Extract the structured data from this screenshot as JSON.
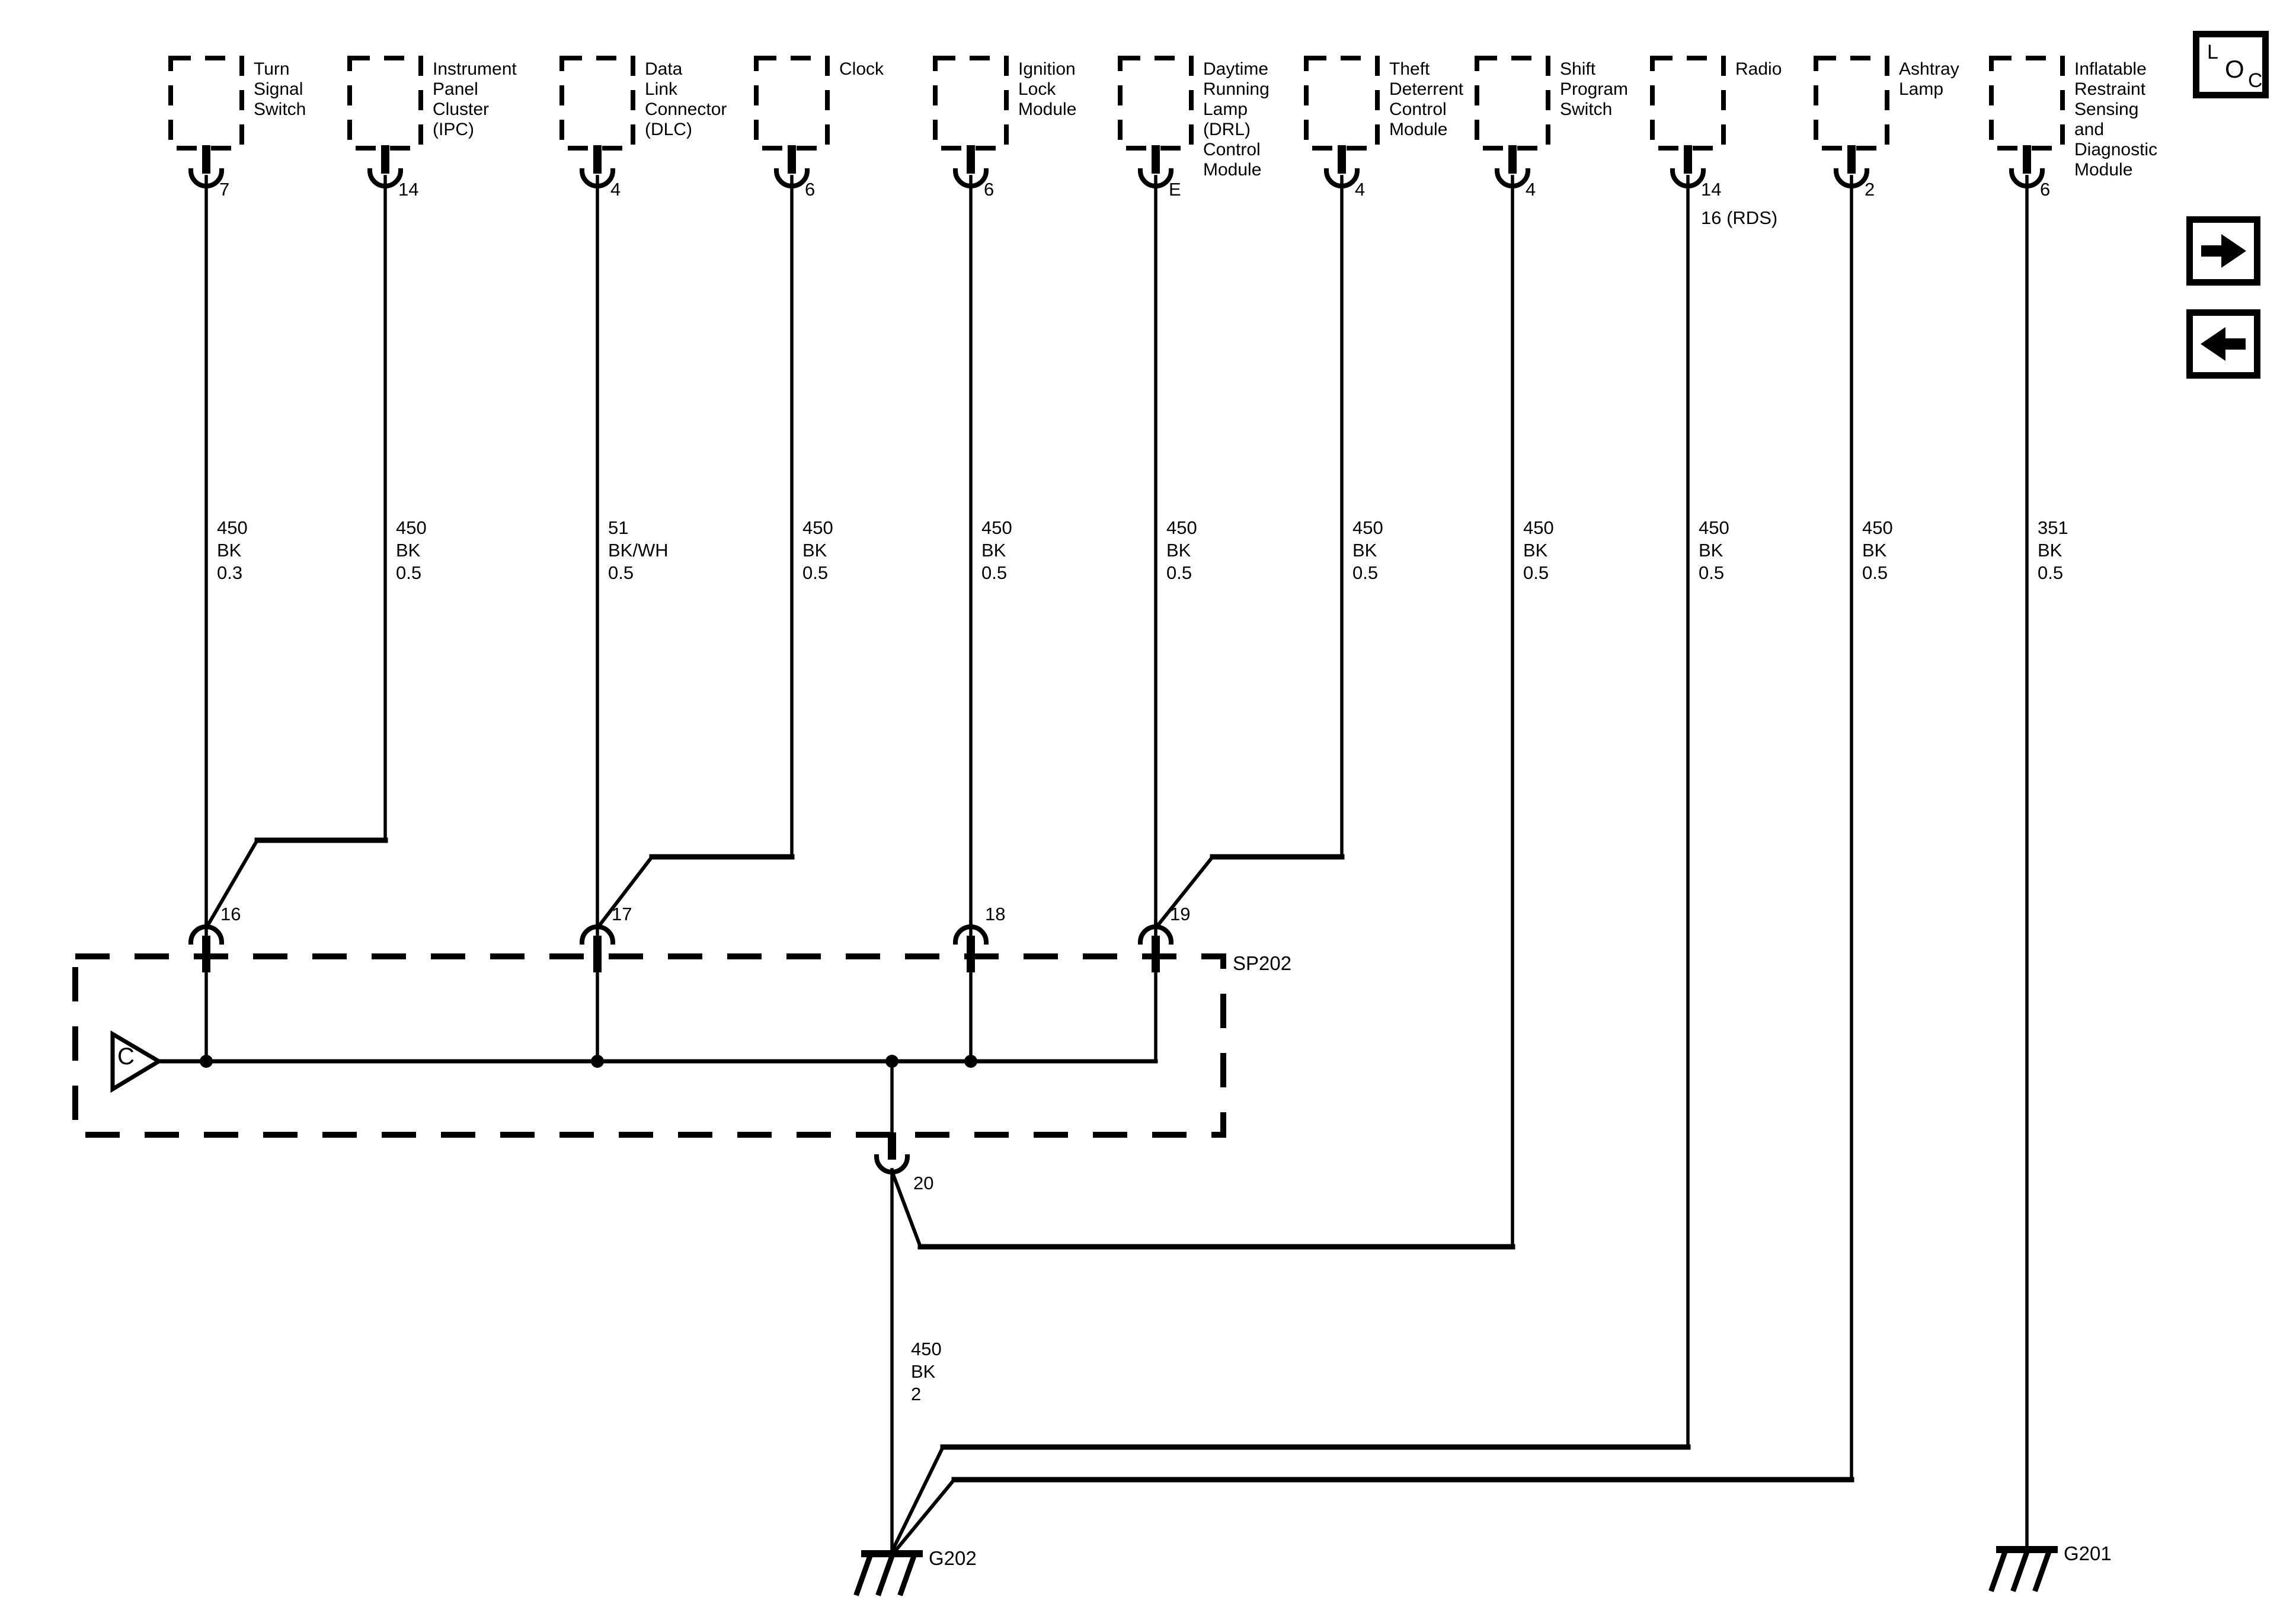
{
  "components": [
    {
      "label": [
        "Turn",
        "Signal",
        "Switch"
      ],
      "pins": [
        "7"
      ],
      "wire": [
        "450",
        "BK",
        "0.3"
      ]
    },
    {
      "label": [
        "Instrument",
        "Panel",
        "Cluster",
        "(IPC)"
      ],
      "pins": [
        "14"
      ],
      "wire": [
        "450",
        "BK",
        "0.5"
      ]
    },
    {
      "label": [
        "Data",
        "Link",
        "Connector",
        "(DLC)"
      ],
      "pins": [
        "4"
      ],
      "wire": [
        "51",
        "BK/WH",
        "0.5"
      ]
    },
    {
      "label": [
        "Clock"
      ],
      "pins": [
        "6"
      ],
      "wire": [
        "450",
        "BK",
        "0.5"
      ]
    },
    {
      "label": [
        "Ignition",
        "Lock",
        "Module"
      ],
      "pins": [
        "6"
      ],
      "wire": [
        "450",
        "BK",
        "0.5"
      ]
    },
    {
      "label": [
        "Daytime",
        "Running",
        "Lamp",
        "(DRL)",
        "Control",
        "Module"
      ],
      "pins": [
        "E"
      ],
      "wire": [
        "450",
        "BK",
        "0.5"
      ]
    },
    {
      "label": [
        "Theft",
        "Deterrent",
        "Control",
        "Module"
      ],
      "pins": [
        "4"
      ],
      "wire": [
        "450",
        "BK",
        "0.5"
      ]
    },
    {
      "label": [
        "Shift",
        "Program",
        "Switch"
      ],
      "pins": [
        "4"
      ],
      "wire": [
        "450",
        "BK",
        "0.5"
      ]
    },
    {
      "label": [
        "Radio"
      ],
      "pins": [
        "14",
        "16 (RDS)"
      ],
      "wire": [
        "450",
        "BK",
        "0.5"
      ]
    },
    {
      "label": [
        "Ashtray",
        "Lamp"
      ],
      "pins": [
        "2"
      ],
      "wire": [
        "450",
        "BK",
        "0.5"
      ]
    },
    {
      "label": [
        "Inflatable",
        "Restraint",
        "Sensing",
        "and",
        "Diagnostic",
        "Module"
      ],
      "pins": [
        "6"
      ],
      "wire": [
        "351",
        "BK",
        "0.5"
      ]
    }
  ],
  "splice": {
    "name": "SP202",
    "connector_letter": "C",
    "pin_labels": [
      "16",
      "17",
      "18",
      "19"
    ],
    "output_pin": "20",
    "output_wire": [
      "450",
      "BK",
      "2"
    ]
  },
  "grounds": [
    {
      "name": "G202"
    },
    {
      "name": "G201"
    }
  ],
  "nav": {
    "loc": [
      "L",
      "O",
      "C"
    ]
  },
  "colors": {
    "ink": "#000000",
    "paper": "#ffffff"
  }
}
